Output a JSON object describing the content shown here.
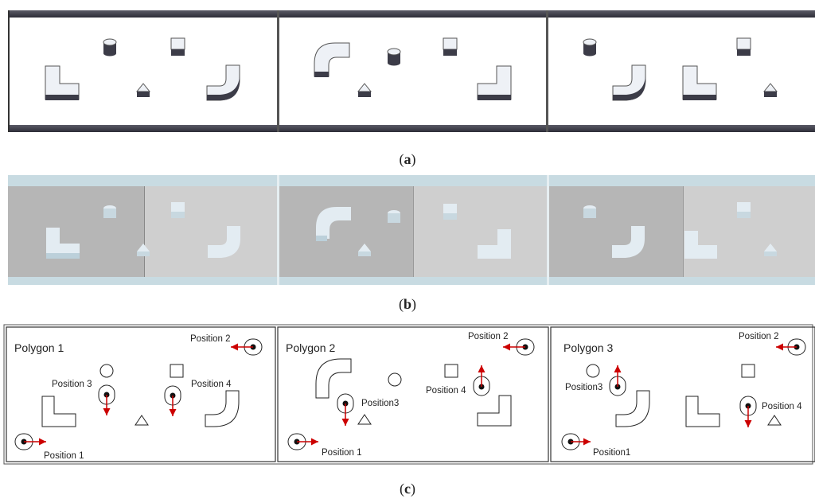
{
  "captions": {
    "a": "a",
    "b": "b",
    "c": "c"
  },
  "polygons": [
    {
      "title": "Polygon 1",
      "positions": [
        "Position 1",
        "Position 2",
        "Position 3",
        "Position 4"
      ]
    },
    {
      "title": "Polygon 2",
      "positions": [
        "Position 1",
        "Position 2",
        "Position3",
        "Position 4"
      ]
    },
    {
      "title": "Polygon 3",
      "positions": [
        "Position1",
        "Position 2",
        "Position3",
        "Position 4"
      ]
    }
  ],
  "colors": {
    "rail": "#3a3a44",
    "shape_top": "#eef1f6",
    "shape_side": "#3c3c48",
    "sim_rail": "#c5d8e0",
    "sim_dark": "#b5b5b5",
    "sim_light": "#cfcfcf",
    "arrow": "#cc0000"
  }
}
